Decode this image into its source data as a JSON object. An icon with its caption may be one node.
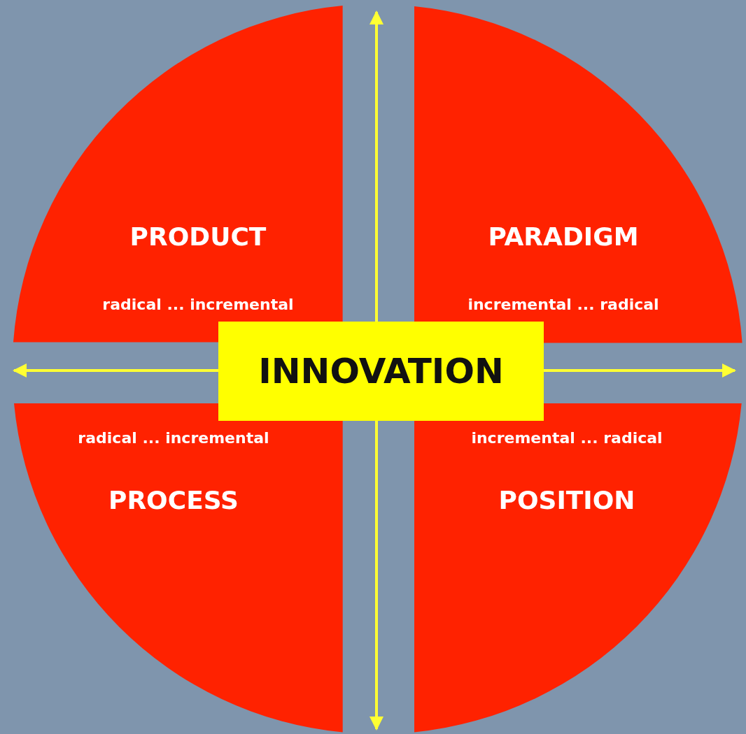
{
  "diagram": {
    "nodes": [
      {
        "text": [
          "PRODUCT",
          "radical ... incremental"
        ]
      },
      {
        "text": [
          "PARADIGM",
          "incremental ... radical"
        ]
      },
      {
        "text": [
          "INNOVATION"
        ]
      },
      {
        "text": [
          "radical ... incremental",
          "PROCESS"
        ]
      },
      {
        "text": [
          "incremental ... radical",
          "POSITION"
        ]
      }
    ]
  }
}
